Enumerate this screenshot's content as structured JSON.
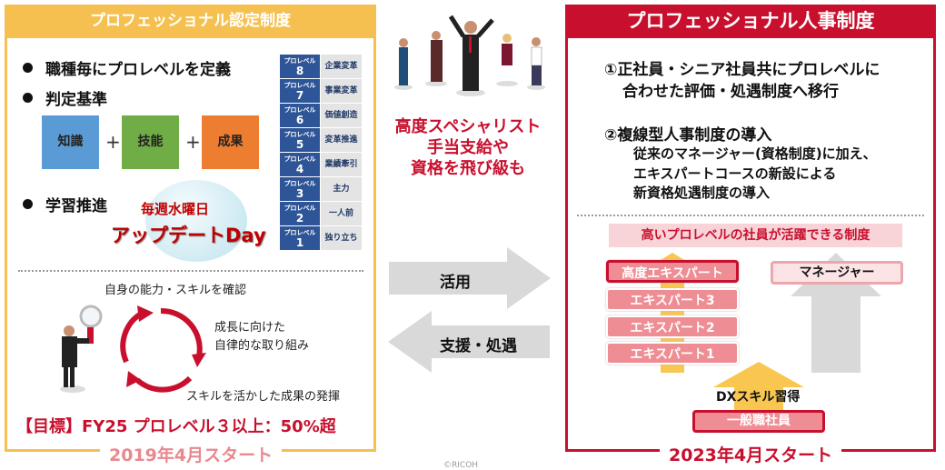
{
  "left_panel": {
    "title": "プロフェッショナル認定制度",
    "border_color": "#f5c050",
    "bullets": [
      "職種毎にプロレベルを定義",
      "判定基準",
      "学習推進"
    ],
    "criteria": [
      {
        "label": "知識",
        "color": "#5b9bd5"
      },
      {
        "label": "技能",
        "color": "#70ad47"
      },
      {
        "label": "成果",
        "color": "#ed7d31"
      }
    ],
    "plus": "+",
    "update_day": {
      "line1": "毎週水曜日",
      "line2": "アップデートDay"
    },
    "pro_levels": [
      {
        "label": "プロレベル",
        "level": "8",
        "name": "企業変革"
      },
      {
        "label": "プロレベル",
        "level": "7",
        "name": "事業変革"
      },
      {
        "label": "プロレベル",
        "level": "6",
        "name": "価値創造"
      },
      {
        "label": "プロレベル",
        "level": "5",
        "name": "変革推進"
      },
      {
        "label": "プロレベル",
        "level": "4",
        "name": "業績牽引"
      },
      {
        "label": "プロレベル",
        "level": "3",
        "name": "主力"
      },
      {
        "label": "プロレベル",
        "level": "2",
        "name": "一人前"
      },
      {
        "label": "プロレベル",
        "level": "1",
        "name": "独り立ち"
      }
    ],
    "cycle": {
      "top": "自身の能力・スキルを確認",
      "right_line1": "成長に向けた",
      "right_line2": "自律的な取り組み",
      "bottom": "スキルを活かした成果の発揮"
    },
    "goal": "【目標】FY25 プロレベル３以上：50%超",
    "start": "2019年4月スタート"
  },
  "middle": {
    "headline": [
      "高度スペシャリスト",
      "手当支給や",
      "資格を飛び級も"
    ],
    "arrow_right_label": "活用",
    "arrow_left_label": "支援・処遇",
    "copyright": "©RICOH"
  },
  "right_panel": {
    "title": "プロフェッショナル人事制度",
    "border_color": "#c8102e",
    "point1": [
      "①正社員・シニア社員共にプロレベルに",
      "合わせた評価・処遇制度へ移行"
    ],
    "point2_title": "②複線型人事制度の導入",
    "point2_body": [
      "従来のマネージャー(資格制度)に加え、",
      "エキスパートコースの新設による",
      "新資格処遇制度の導入"
    ],
    "banner": "高いプロレベルの社員が活躍できる制度",
    "expert_track": [
      "高度エキスパート",
      "エキスパート3",
      "エキスパート2",
      "エキスパート1"
    ],
    "manager": "マネージャー",
    "dx_label": "DXスキル習得",
    "general": "一般職社員",
    "start": "2023年4月スタート"
  }
}
